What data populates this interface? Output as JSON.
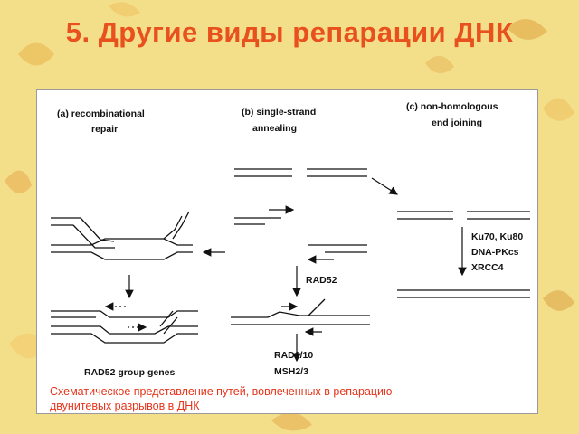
{
  "slide": {
    "title": "5. Другие виды репарации ДНК"
  },
  "diagram": {
    "panel_a_line1": "(a) recombinational",
    "panel_a_line2": "repair",
    "panel_b_line1": "(b) single-strand",
    "panel_b_line2": "annealing",
    "panel_c_line1": "(c) non-homologous",
    "panel_c_line2": "end joining",
    "rad52": "RAD52",
    "rad1_10": "RAD1/10",
    "msh2_3": "MSH2/3",
    "ku": "Ku70, Ku80",
    "dnapkcs": "DNA-PKcs",
    "xrcc4": "XRCC4",
    "rad52_group": "RAD52 group genes",
    "caption_line1": "Схематическое представление путей, вовлеченных в репарацию",
    "caption_line2": "двунитевых разрывов в ДНК"
  },
  "colors": {
    "title": "#e8501e",
    "caption": "#e8341a",
    "background": "#f3df8a"
  }
}
